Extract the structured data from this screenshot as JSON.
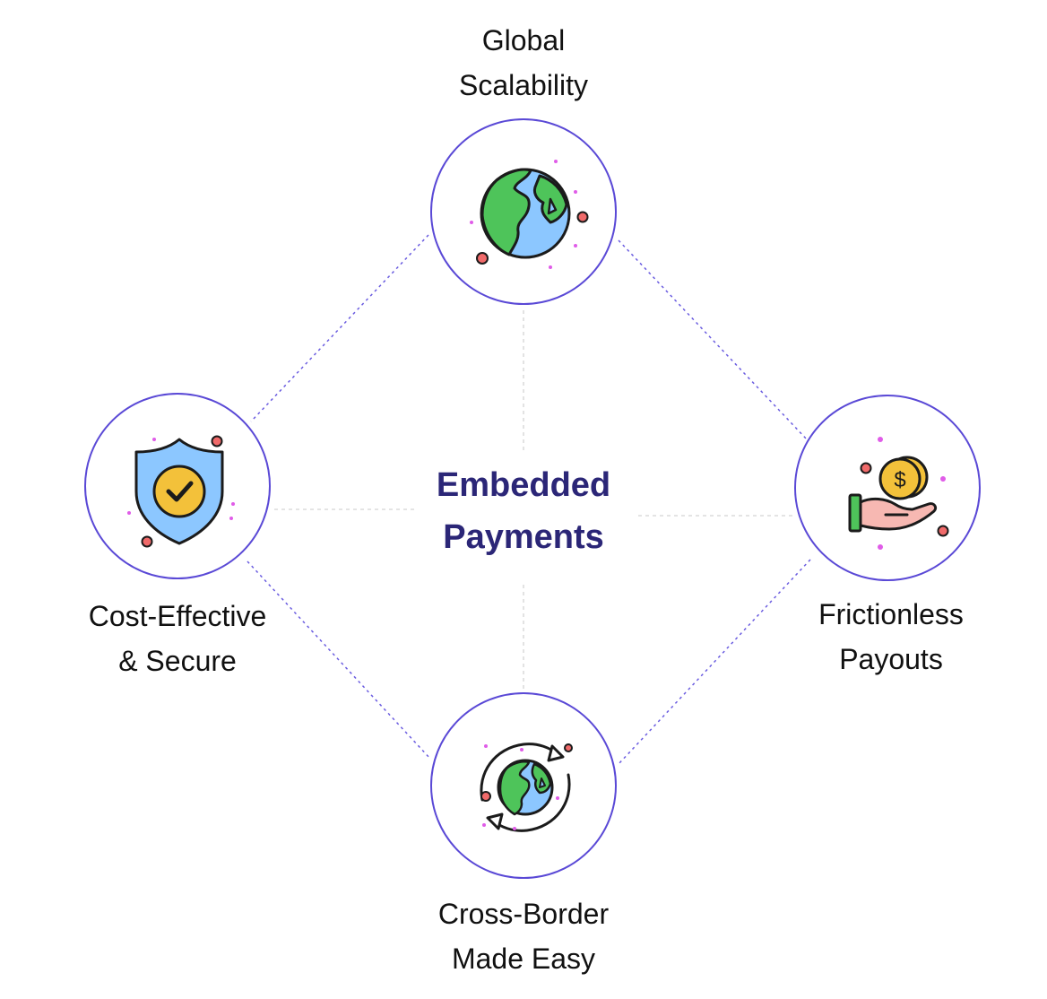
{
  "center": {
    "line1": "Embedded",
    "line2": "Payments"
  },
  "nodes": {
    "top": {
      "line1": "Global",
      "line2": "Scalability",
      "icon": "globe-icon"
    },
    "left": {
      "line1": "Cost-Effective",
      "line2": "& Secure",
      "icon": "shield-check-icon"
    },
    "right": {
      "line1": "Frictionless",
      "line2": "Payouts",
      "icon": "hand-coin-icon"
    },
    "bottom": {
      "line1": "Cross-Border",
      "line2": "Made Easy",
      "icon": "globe-exchange-icon"
    }
  },
  "colors": {
    "accent": "#5a49d6",
    "title": "#2b2677",
    "land": "#4ec45a",
    "ocean": "#8cc7ff",
    "coin": "#f3c13a",
    "dot_red": "#f06a6a",
    "dot_pink": "#e05ce8"
  }
}
